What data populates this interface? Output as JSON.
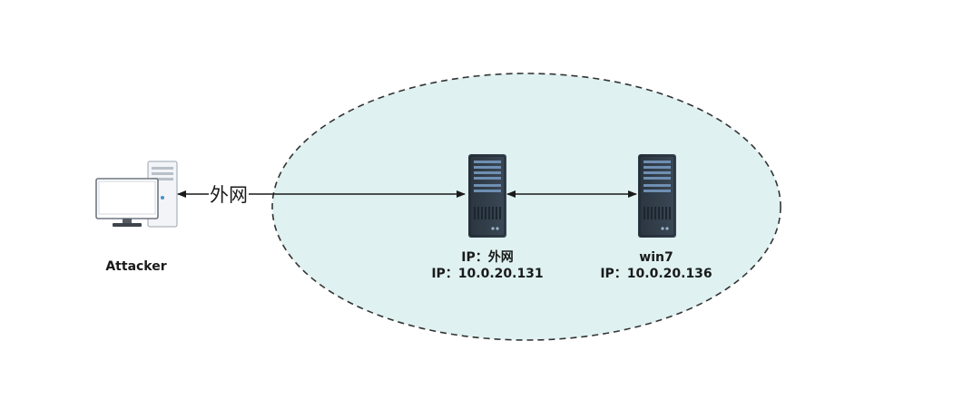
{
  "network": {
    "zone_fill": "#dff1f1",
    "zone_stroke": "#333333"
  },
  "attacker": {
    "label": "Attacker",
    "icon": "desktop-computer-icon"
  },
  "link": {
    "label": "外网"
  },
  "server1": {
    "icon": "server-icon",
    "line1": "IP：外网",
    "line2": "IP：10.0.20.131"
  },
  "server2": {
    "icon": "server-icon",
    "line1": "win7",
    "line2": "IP：10.0.20.136"
  }
}
